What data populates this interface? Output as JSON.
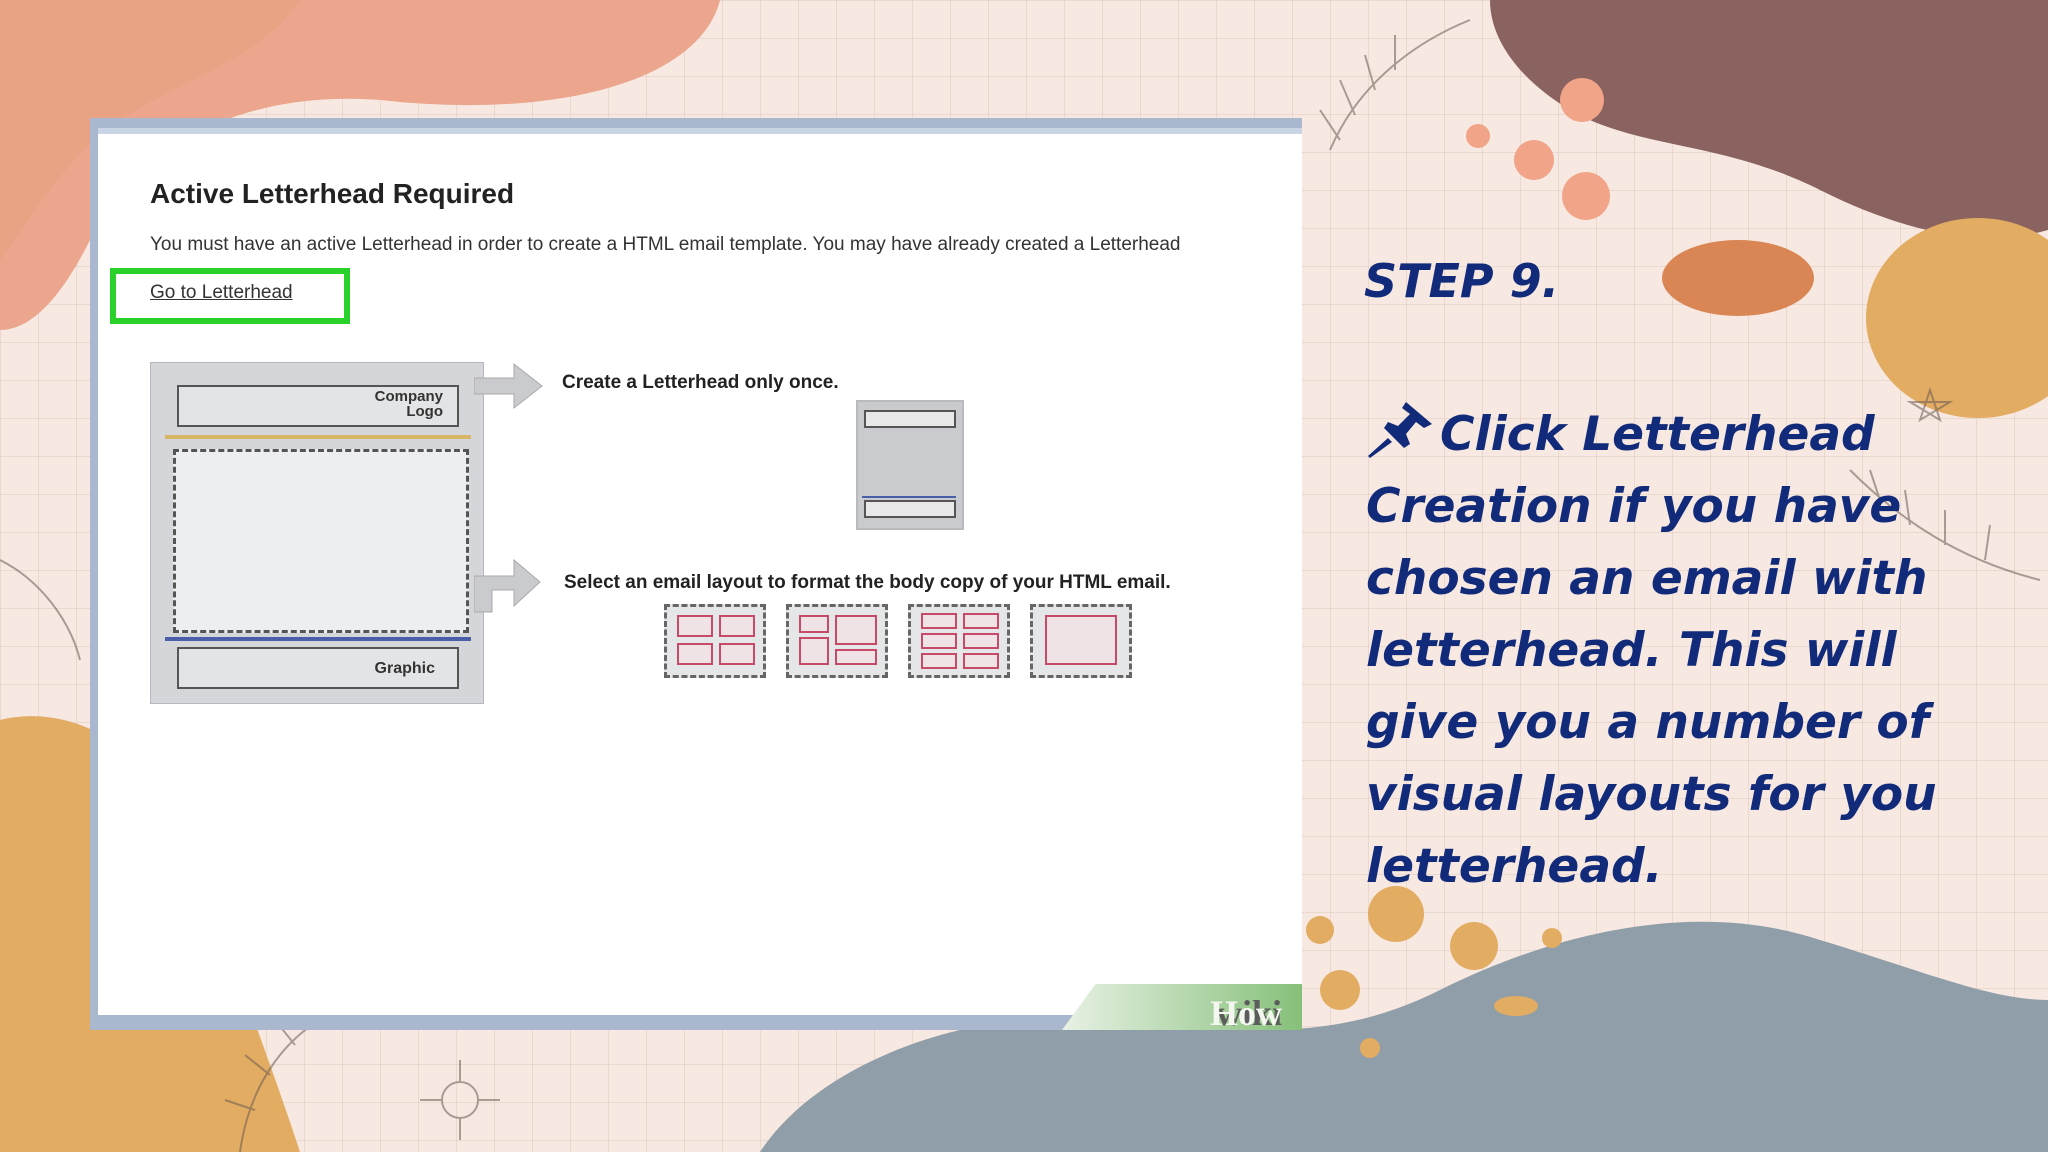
{
  "screenshot": {
    "title": "Active Letterhead Required",
    "description": "You must have an active Letterhead in order to create a HTML email template. You may have already created a Letterhead",
    "link_label": "Go to Letterhead",
    "diagram": {
      "logo_label": "Company\nLogo",
      "graphic_label": "Graphic"
    },
    "caption_create": "Create a Letterhead only once.",
    "caption_select": "Select an email layout to format the body copy of your HTML email.",
    "watermark": {
      "wiki": "wiki",
      "how": "How"
    }
  },
  "step": {
    "number": "STEP 9.",
    "icon": "pushpin-icon",
    "text": "Click Letterhead Creation if you have chosen an email with letterhead. This will give you a number of visual layouts for you letterhead."
  },
  "colors": {
    "highlight": "#2bd12b",
    "step_text": "#112b7a"
  }
}
